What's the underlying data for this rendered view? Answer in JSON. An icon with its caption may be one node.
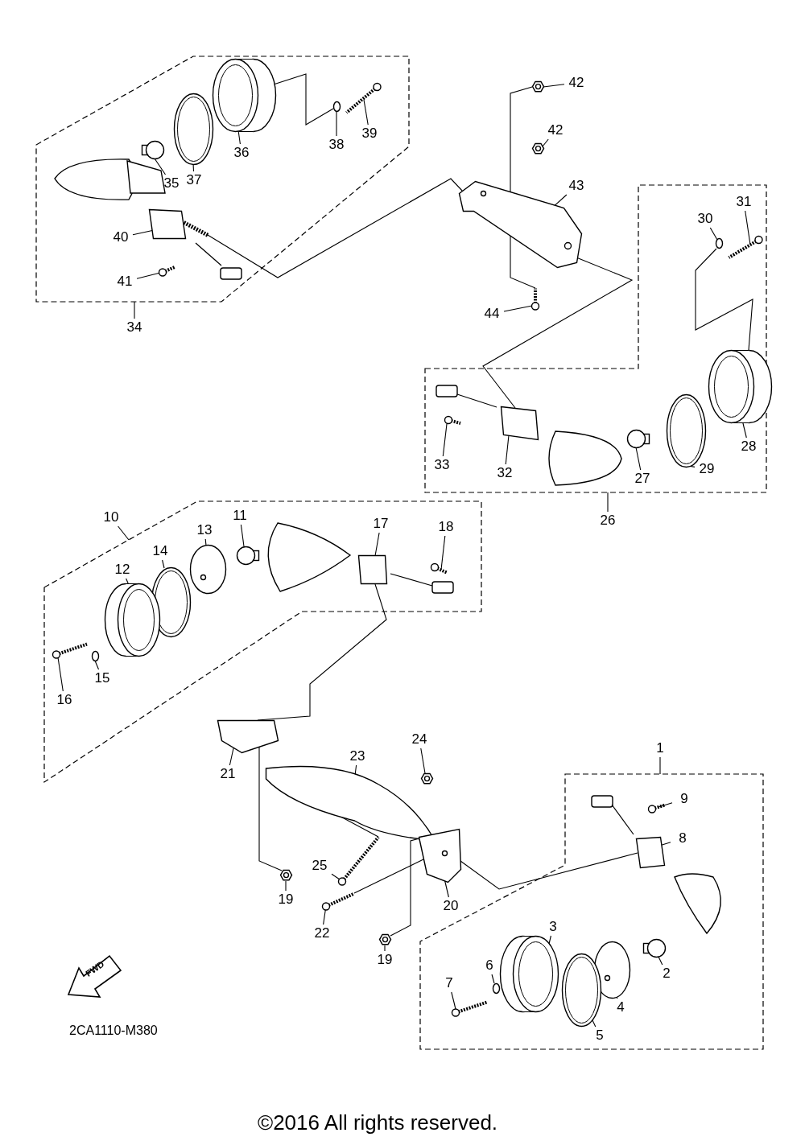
{
  "diagram": {
    "nodes": [
      {
        "text": [],
        "shape": "box"
      },
      {
        "text": [
          "42"
        ]
      },
      {
        "text": [
          "42"
        ]
      },
      {
        "text": [
          "39"
        ],
        "in": 0
      },
      {
        "text": [
          "38"
        ],
        "in": 0
      },
      {
        "text": [
          "36"
        ],
        "in": 0
      },
      {
        "text": [
          "37"
        ],
        "in": 0
      },
      {
        "text": [
          "35"
        ],
        "in": 0
      },
      {
        "text": [
          "43"
        ]
      },
      {
        "text": [
          "40"
        ],
        "in": 0
      },
      {
        "text": [
          "41"
        ],
        "in": 0
      },
      {
        "text": [
          "34"
        ]
      },
      {
        "text": [],
        "shape": "box"
      },
      {
        "text": [
          "30"
        ],
        "in": 12
      },
      {
        "text": [
          "31"
        ],
        "in": 12
      },
      {
        "text": [
          "44"
        ]
      },
      {
        "text": [
          "33"
        ],
        "in": 12
      },
      {
        "text": [
          "32"
        ],
        "in": 12
      },
      {
        "text": [
          "27"
        ],
        "in": 12
      },
      {
        "text": [
          "29"
        ],
        "in": 12
      },
      {
        "text": [
          "28"
        ],
        "in": 12
      },
      {
        "text": [
          "26"
        ]
      },
      {
        "text": [
          "10"
        ]
      },
      {
        "text": [],
        "shape": "box"
      },
      {
        "text": [
          "11"
        ],
        "in": 23
      },
      {
        "text": [
          "17"
        ],
        "in": 23
      },
      {
        "text": [
          "18"
        ],
        "in": 23
      },
      {
        "text": [
          "13"
        ],
        "in": 23
      },
      {
        "text": [
          "14"
        ],
        "in": 23
      },
      {
        "text": [
          "12"
        ],
        "in": 23
      },
      {
        "text": [
          "15"
        ],
        "in": 23
      },
      {
        "text": [
          "16"
        ],
        "in": 23
      },
      {
        "text": [
          "24"
        ]
      },
      {
        "text": [
          "23"
        ]
      },
      {
        "text": [
          "21"
        ]
      },
      {
        "text": [
          "1"
        ]
      },
      {
        "text": [],
        "shape": "box"
      },
      {
        "text": [
          "9"
        ],
        "in": 36
      },
      {
        "text": [
          "8"
        ],
        "in": 36
      },
      {
        "text": [
          "25"
        ]
      },
      {
        "text": [
          "19"
        ]
      },
      {
        "text": [
          "20"
        ]
      },
      {
        "text": [
          "22"
        ]
      },
      {
        "text": [
          "3"
        ],
        "in": 36
      },
      {
        "text": [
          "19"
        ]
      },
      {
        "text": [
          "2"
        ],
        "in": 36
      },
      {
        "text": [
          "6"
        ],
        "in": 36
      },
      {
        "text": [
          "7"
        ],
        "in": 36
      },
      {
        "text": [
          "4"
        ],
        "in": 36
      },
      {
        "text": [
          "5"
        ],
        "in": 36
      },
      {
        "text": [],
        "shape": "picture"
      },
      {
        "text": [],
        "shape": "picture"
      },
      {
        "text": [],
        "shape": "picture",
        "in": 0
      },
      {
        "text": [],
        "shape": "picture",
        "in": 0
      },
      {
        "text": [],
        "shape": "picture",
        "in": 0
      },
      {
        "text": [],
        "shape": "picture",
        "in": 0
      },
      {
        "text": [],
        "shape": "circle",
        "in": 0
      },
      {
        "text": [],
        "shape": "picture"
      },
      {
        "text": [],
        "shape": "box",
        "in": 0
      },
      {
        "text": [],
        "shape": "picture",
        "in": 0
      },
      {
        "text": [],
        "shape": "circle",
        "in": 12
      },
      {
        "text": [],
        "shape": "picture",
        "in": 12
      },
      {
        "text": [],
        "shape": "picture"
      },
      {
        "text": [],
        "shape": "picture",
        "in": 12
      },
      {
        "text": [],
        "shape": "box",
        "in": 12
      },
      {
        "text": [],
        "shape": "circle",
        "in": 12
      },
      {
        "text": [],
        "shape": "picture",
        "in": 12
      },
      {
        "text": [],
        "shape": "picture",
        "in": 12
      },
      {
        "text": [],
        "shape": "circle",
        "in": 23
      },
      {
        "text": [],
        "shape": "box",
        "in": 23
      },
      {
        "text": [],
        "shape": "picture",
        "in": 23
      },
      {
        "text": [],
        "shape": "picture",
        "in": 23
      },
      {
        "text": [],
        "shape": "picture",
        "in": 23
      },
      {
        "text": [],
        "shape": "picture",
        "in": 23
      },
      {
        "text": [],
        "shape": "circle",
        "in": 23
      },
      {
        "text": [],
        "shape": "picture",
        "in": 23
      },
      {
        "text": [],
        "shape": "picture"
      },
      {
        "text": [],
        "shape": "picture"
      },
      {
        "text": [],
        "shape": "picture"
      },
      {
        "text": [],
        "shape": "picture",
        "in": 36
      },
      {
        "text": [],
        "shape": "box",
        "in": 36
      },
      {
        "text": [],
        "shape": "picture"
      },
      {
        "text": [],
        "shape": "picture"
      },
      {
        "text": [],
        "shape": "picture"
      },
      {
        "text": [],
        "shape": "picture"
      },
      {
        "text": [],
        "shape": "picture",
        "in": 36
      },
      {
        "text": [],
        "shape": "picture"
      },
      {
        "text": [],
        "shape": "circle",
        "in": 36
      },
      {
        "text": [],
        "shape": "circle",
        "in": 36
      },
      {
        "text": [],
        "shape": "picture",
        "in": 36
      },
      {
        "text": [],
        "shape": "picture",
        "in": 36
      },
      {
        "text": [],
        "shape": "picture",
        "in": 36
      }
    ],
    "edges": [
      {
        "from": 1,
        "to": 50,
        "arrow": "none"
      },
      {
        "from": 2,
        "to": 51,
        "arrow": "none"
      },
      {
        "from": 3,
        "to": 52,
        "arrow": "none"
      },
      {
        "from": 4,
        "to": 53,
        "arrow": "none"
      },
      {
        "from": 5,
        "to": 54,
        "arrow": "none"
      },
      {
        "from": 6,
        "to": 55,
        "arrow": "none"
      },
      {
        "from": 7,
        "to": 56,
        "arrow": "none"
      },
      {
        "from": 8,
        "to": 57,
        "arrow": "none"
      },
      {
        "from": 9,
        "to": 58,
        "arrow": "none"
      },
      {
        "from": 10,
        "to": 59,
        "arrow": "none"
      },
      {
        "from": 11,
        "to": 0,
        "arrow": "none"
      },
      {
        "from": 13,
        "to": 60,
        "arrow": "none"
      },
      {
        "from": 14,
        "to": 61,
        "arrow": "none"
      },
      {
        "from": 15,
        "to": 62,
        "arrow": "none"
      },
      {
        "from": 16,
        "to": 63,
        "arrow": "none"
      },
      {
        "from": 17,
        "to": 64,
        "arrow": "none"
      },
      {
        "from": 18,
        "to": 65,
        "arrow": "none"
      },
      {
        "from": 19,
        "to": 66,
        "arrow": "none"
      },
      {
        "from": 20,
        "to": 67,
        "arrow": "none"
      },
      {
        "from": 21,
        "to": 12,
        "arrow": "none"
      },
      {
        "from": 22,
        "to": 23,
        "arrow": "none"
      },
      {
        "from": 24,
        "to": 68,
        "arrow": "none"
      },
      {
        "from": 25,
        "to": 69,
        "arrow": "none"
      },
      {
        "from": 26,
        "to": 70,
        "arrow": "none"
      },
      {
        "from": 27,
        "to": 71,
        "arrow": "none"
      },
      {
        "from": 28,
        "to": 72,
        "arrow": "none"
      },
      {
        "from": 29,
        "to": 73,
        "arrow": "none"
      },
      {
        "from": 30,
        "to": 74,
        "arrow": "none"
      },
      {
        "from": 31,
        "to": 75,
        "arrow": "none"
      },
      {
        "from": 32,
        "to": 76,
        "arrow": "none"
      },
      {
        "from": 33,
        "to": 77,
        "arrow": "none"
      },
      {
        "from": 34,
        "to": 78,
        "arrow": "none"
      },
      {
        "from": 35,
        "to": 36,
        "arrow": "none"
      },
      {
        "from": 37,
        "to": 79,
        "arrow": "none"
      },
      {
        "from": 38,
        "to": 80,
        "arrow": "none"
      },
      {
        "from": 39,
        "to": 81,
        "arrow": "none"
      },
      {
        "from": 40,
        "to": 82,
        "arrow": "none"
      },
      {
        "from": 41,
        "to": 83,
        "arrow": "none"
      },
      {
        "from": 42,
        "to": 84,
        "arrow": "none"
      },
      {
        "from": 43,
        "to": 85,
        "arrow": "none"
      },
      {
        "from": 44,
        "to": 86,
        "arrow": "none"
      },
      {
        "from": 45,
        "to": 87,
        "arrow": "none"
      },
      {
        "from": 46,
        "to": 88,
        "arrow": "none"
      },
      {
        "from": 47,
        "to": 89,
        "arrow": "none"
      },
      {
        "from": 48,
        "to": 90,
        "arrow": "none"
      },
      {
        "from": 49,
        "to": 91,
        "arrow": "none"
      },
      {
        "from": 54,
        "to": 53,
        "arrow": "none"
      },
      {
        "from": 58,
        "to": 57,
        "arrow": "none"
      },
      {
        "from": 50,
        "to": 57,
        "arrow": "none"
      },
      {
        "from": 57,
        "to": 64,
        "arrow": "none"
      },
      {
        "from": 60,
        "to": 67,
        "arrow": "none"
      },
      {
        "from": 69,
        "to": 78,
        "arrow": "none"
      },
      {
        "from": 83,
        "to": 80,
        "arrow": "none"
      },
      {
        "from": 84,
        "to": 83,
        "arrow": "none"
      },
      {
        "from": 78,
        "to": 82,
        "arrow": "none"
      },
      {
        "from": 86,
        "to": 83,
        "arrow": "none"
      },
      {
        "from": 77,
        "to": 81,
        "arrow": "none"
      },
      {
        "from": 57,
        "to": 62,
        "arrow": "none"
      }
    ],
    "labels": [
      "FWD",
      "2CA1110-M380",
      "©2016 All rights reserved."
    ]
  }
}
